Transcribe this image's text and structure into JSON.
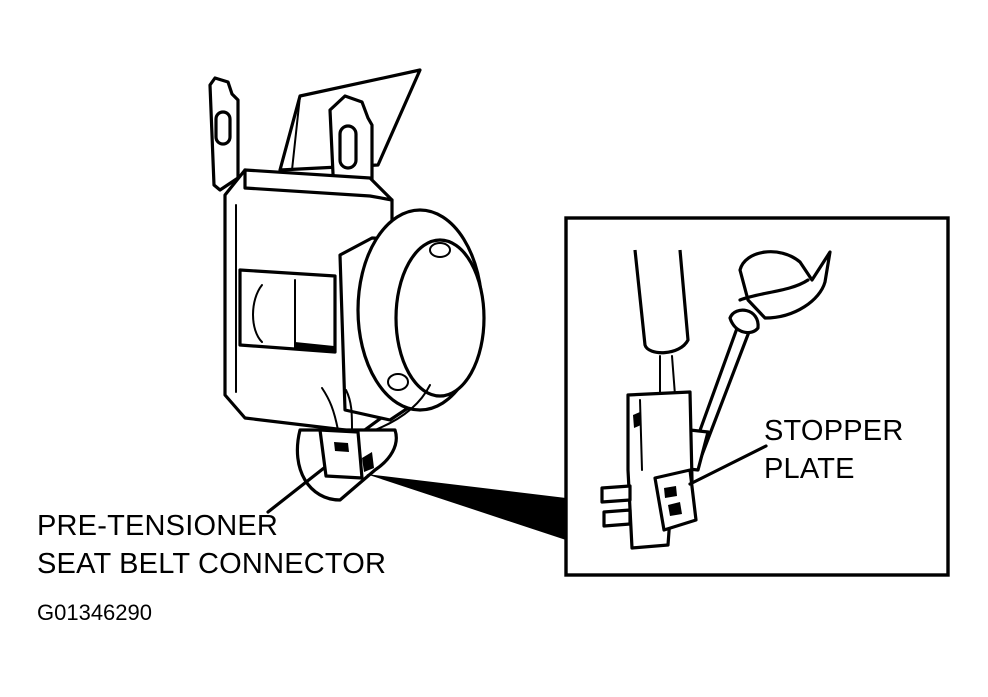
{
  "labels": {
    "connector_line1": "PRE-TENSIONER",
    "connector_line2": "SEAT BELT CONNECTOR",
    "stopper_line1": "STOPPER",
    "stopper_line2": "PLATE"
  },
  "figure_id": "G01346290",
  "colors": {
    "ink": "#000000",
    "paper": "#ffffff"
  }
}
